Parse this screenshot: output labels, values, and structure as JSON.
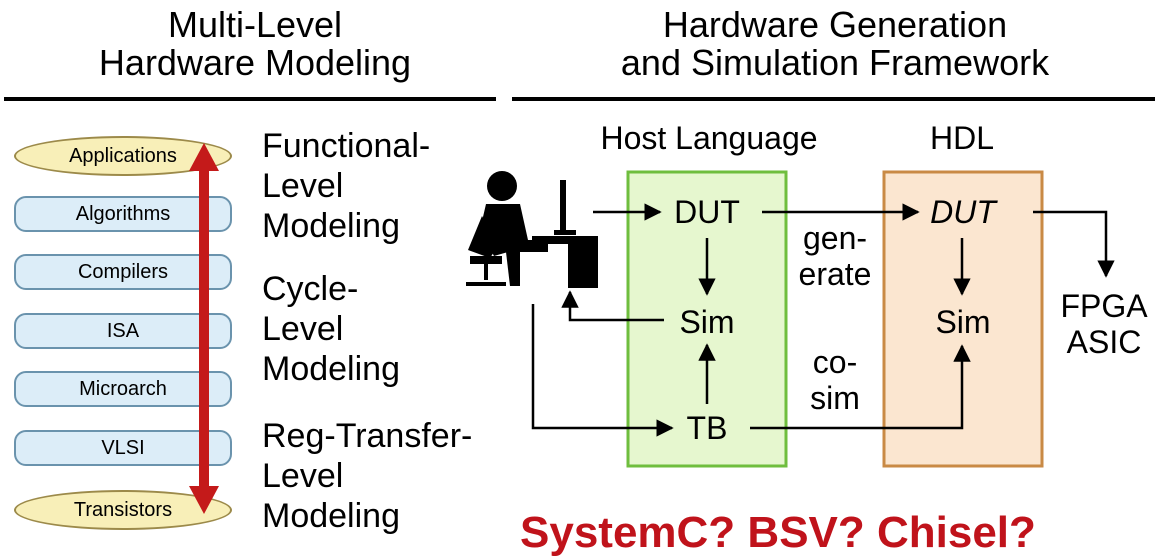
{
  "left_section": {
    "heading_line1": "Multi-Level",
    "heading_line2": "Hardware Modeling",
    "stack": {
      "top": "Applications",
      "boxes": [
        "Algorithms",
        "Compilers",
        "ISA",
        "Microarch",
        "VLSI"
      ],
      "bottom": "Transistors"
    },
    "levels": [
      {
        "line1": "Functional-",
        "line2": "Level",
        "line3": "Modeling"
      },
      {
        "line1": "Cycle-",
        "line2": "Level",
        "line3": "Modeling"
      },
      {
        "line1": "Reg-Transfer-",
        "line2": "Level",
        "line3": "Modeling"
      }
    ]
  },
  "right_section": {
    "heading_line1": "Hardware Generation",
    "heading_line2": "and Simulation Framework",
    "host_label": "Host Language",
    "hdl_label": "HDL",
    "host_dut": "DUT",
    "host_sim": "Sim",
    "host_tb": "TB",
    "hdl_dut": "DUT",
    "hdl_sim": "Sim",
    "generate_line1": "gen-",
    "generate_line2": "erate",
    "cosim_line1": "co-",
    "cosim_line2": "sim",
    "target_line1": "FPGA",
    "target_line2": "ASIC",
    "question": "SystemC? BSV? Chisel?"
  },
  "colors": {
    "arrow_red": "#c41a1a",
    "host_fill": "#e6f7cf",
    "host_border": "#6fbe3e",
    "hdl_fill": "#fbe6d0",
    "hdl_border": "#c98a45",
    "question_red": "#c0131b"
  }
}
